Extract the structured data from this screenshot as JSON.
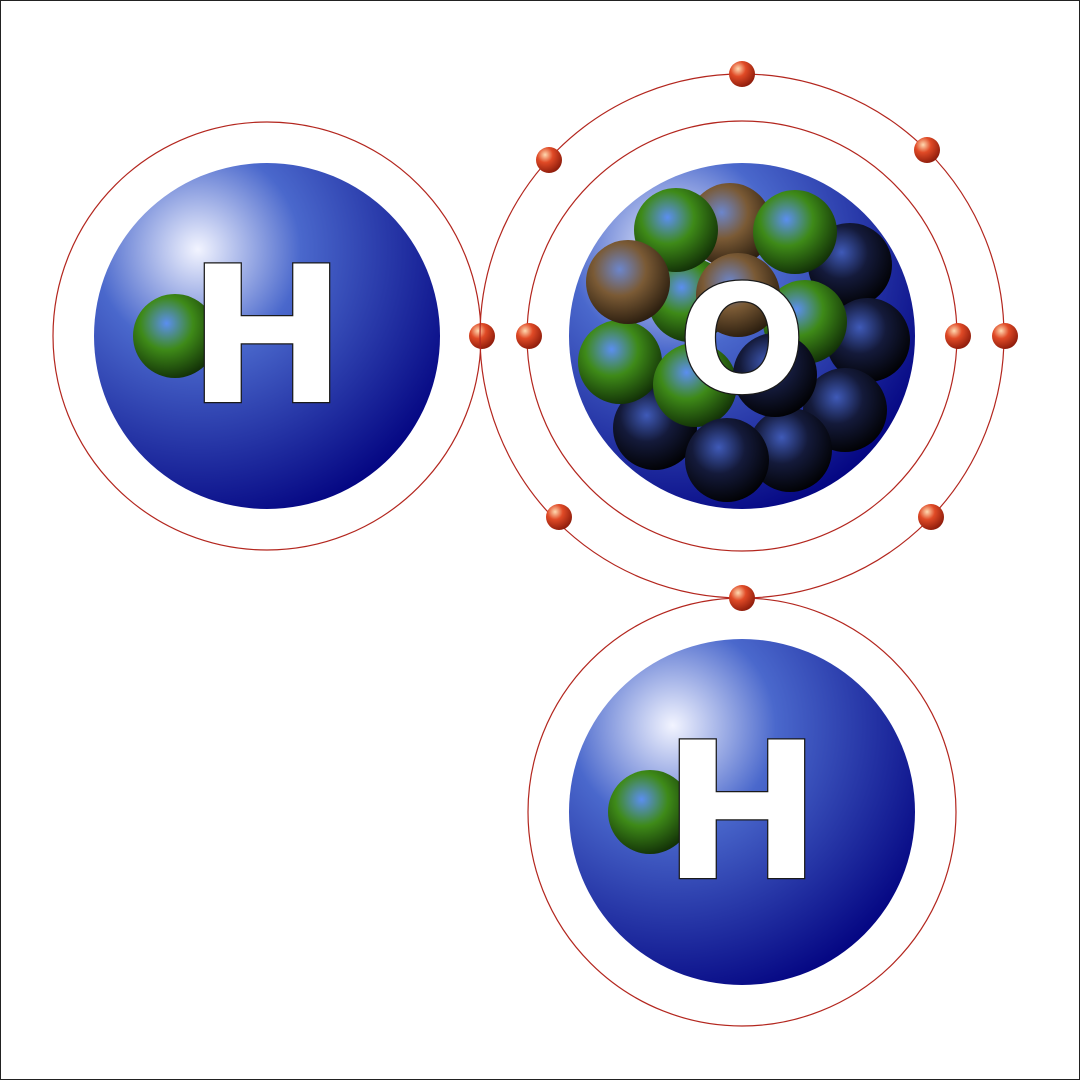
{
  "atoms": [
    {
      "id": "hydrogen-1",
      "symbol": "H",
      "shells": [
        1
      ],
      "electrons_per_shell": [
        1
      ],
      "nucleons": {
        "protons": 1,
        "neutrons": 0
      }
    },
    {
      "id": "oxygen",
      "symbol": "O",
      "shells": [
        1,
        2
      ],
      "electrons_per_shell": [
        2,
        6
      ],
      "nucleons": {
        "protons": 8,
        "neutrons": 8
      }
    },
    {
      "id": "hydrogen-2",
      "symbol": "H",
      "shells": [
        1
      ],
      "electrons_per_shell": [
        1
      ],
      "nucleons": {
        "protons": 1,
        "neutrons": 0
      }
    }
  ],
  "colors": {
    "nucleus_light": "#f2f4ff",
    "nucleus_mid": "#4a68cc",
    "nucleus_dark": "#00007e",
    "orbit": "#b3261e",
    "electron": "#d8321c",
    "proton": "#3f7d12",
    "neutron_brown": "#7a5a35",
    "neutron_dark": "#141a3a",
    "background": "#ffffff"
  }
}
